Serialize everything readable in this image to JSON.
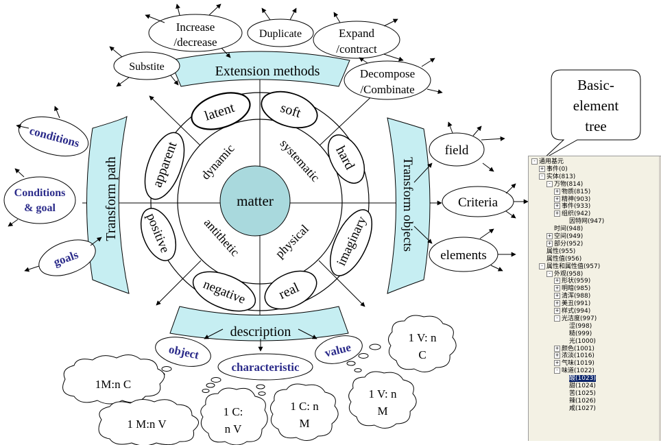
{
  "center": "matter",
  "inner_sectors": [
    "dynamic",
    "systematic",
    "antithetic",
    "physical"
  ],
  "ring_ovals": [
    "latent",
    "soft",
    "apparent",
    "hard",
    "positive",
    "imaginary",
    "negative",
    "real"
  ],
  "bands": {
    "top": "Extension methods",
    "left": "Transform path",
    "right": "Transform objects",
    "bottom": "description"
  },
  "extension_methods": [
    "Increase\n/decrease",
    "Duplicate",
    "Expand\n/contract",
    "Substite",
    "Decompose\n/Combinate"
  ],
  "left_ovals": [
    "conditions",
    "Conditions\n& goal",
    "goals"
  ],
  "right_ovals": [
    "field",
    "Criteria",
    "elements"
  ],
  "description_labels": [
    "object",
    "characteristic",
    "value"
  ],
  "clouds": [
    "1M:n C",
    "1 M:n V",
    "1 C:\nn V",
    "1 C: n\nM",
    "1 V: n\nM",
    "1 V: n\nC"
  ],
  "callout": "Basic-\nelement\ntree",
  "tree": [
    {
      "depth": 0,
      "expander": "-",
      "text": "通用基元"
    },
    {
      "depth": 1,
      "expander": "+",
      "text": "事件(0)"
    },
    {
      "depth": 1,
      "expander": "-",
      "text": "实体(813)"
    },
    {
      "depth": 2,
      "expander": "-",
      "text": "万物(814)"
    },
    {
      "depth": 3,
      "expander": "+",
      "text": "物质(815)"
    },
    {
      "depth": 3,
      "expander": "+",
      "text": "精神(903)"
    },
    {
      "depth": 3,
      "expander": "+",
      "text": "事件(933)"
    },
    {
      "depth": 3,
      "expander": "+",
      "text": "组织(942)"
    },
    {
      "depth": 4,
      "expander": "",
      "text": "因特网(947)"
    },
    {
      "depth": 2,
      "expander": "",
      "text": "时间(948)"
    },
    {
      "depth": 2,
      "expander": "+",
      "text": "空间(949)"
    },
    {
      "depth": 2,
      "expander": "+",
      "text": "部分(952)"
    },
    {
      "depth": 1,
      "expander": "",
      "text": "属性(955)"
    },
    {
      "depth": 1,
      "expander": "",
      "text": "属性值(956)"
    },
    {
      "depth": 1,
      "expander": "-",
      "text": "属性和属性值(957)"
    },
    {
      "depth": 2,
      "expander": "-",
      "text": "外观(958)"
    },
    {
      "depth": 3,
      "expander": "+",
      "text": "形状(959)"
    },
    {
      "depth": 3,
      "expander": "+",
      "text": "明暗(985)"
    },
    {
      "depth": 3,
      "expander": "+",
      "text": "清浑(988)"
    },
    {
      "depth": 3,
      "expander": "+",
      "text": "美丑(991)"
    },
    {
      "depth": 3,
      "expander": "+",
      "text": "样式(994)"
    },
    {
      "depth": 3,
      "expander": "-",
      "text": "光洁度(997)"
    },
    {
      "depth": 4,
      "expander": "",
      "text": "涩(998)"
    },
    {
      "depth": 4,
      "expander": "",
      "text": "糙(999)"
    },
    {
      "depth": 4,
      "expander": "",
      "text": "光(1000)"
    },
    {
      "depth": 3,
      "expander": "+",
      "text": "颜色(1001)"
    },
    {
      "depth": 3,
      "expander": "+",
      "text": "浓淡(1016)"
    },
    {
      "depth": 3,
      "expander": "+",
      "text": "气味(1019)"
    },
    {
      "depth": 3,
      "expander": "-",
      "text": "味道(1022)"
    },
    {
      "depth": 4,
      "expander": "",
      "text": "酸(1023)",
      "selected": true
    },
    {
      "depth": 4,
      "expander": "",
      "text": "甜(1024)"
    },
    {
      "depth": 4,
      "expander": "",
      "text": "苦(1025)"
    },
    {
      "depth": 4,
      "expander": "",
      "text": "辣(1026)"
    },
    {
      "depth": 4,
      "expander": "",
      "text": "咸(1027)"
    }
  ],
  "colors": {
    "band_fill": "#c6eef2",
    "center_fill": "#a9d9dd",
    "label_blue": "#2b2b8a",
    "tree_bg": "#f3f1e4",
    "tree_selected": "#0a246a"
  }
}
